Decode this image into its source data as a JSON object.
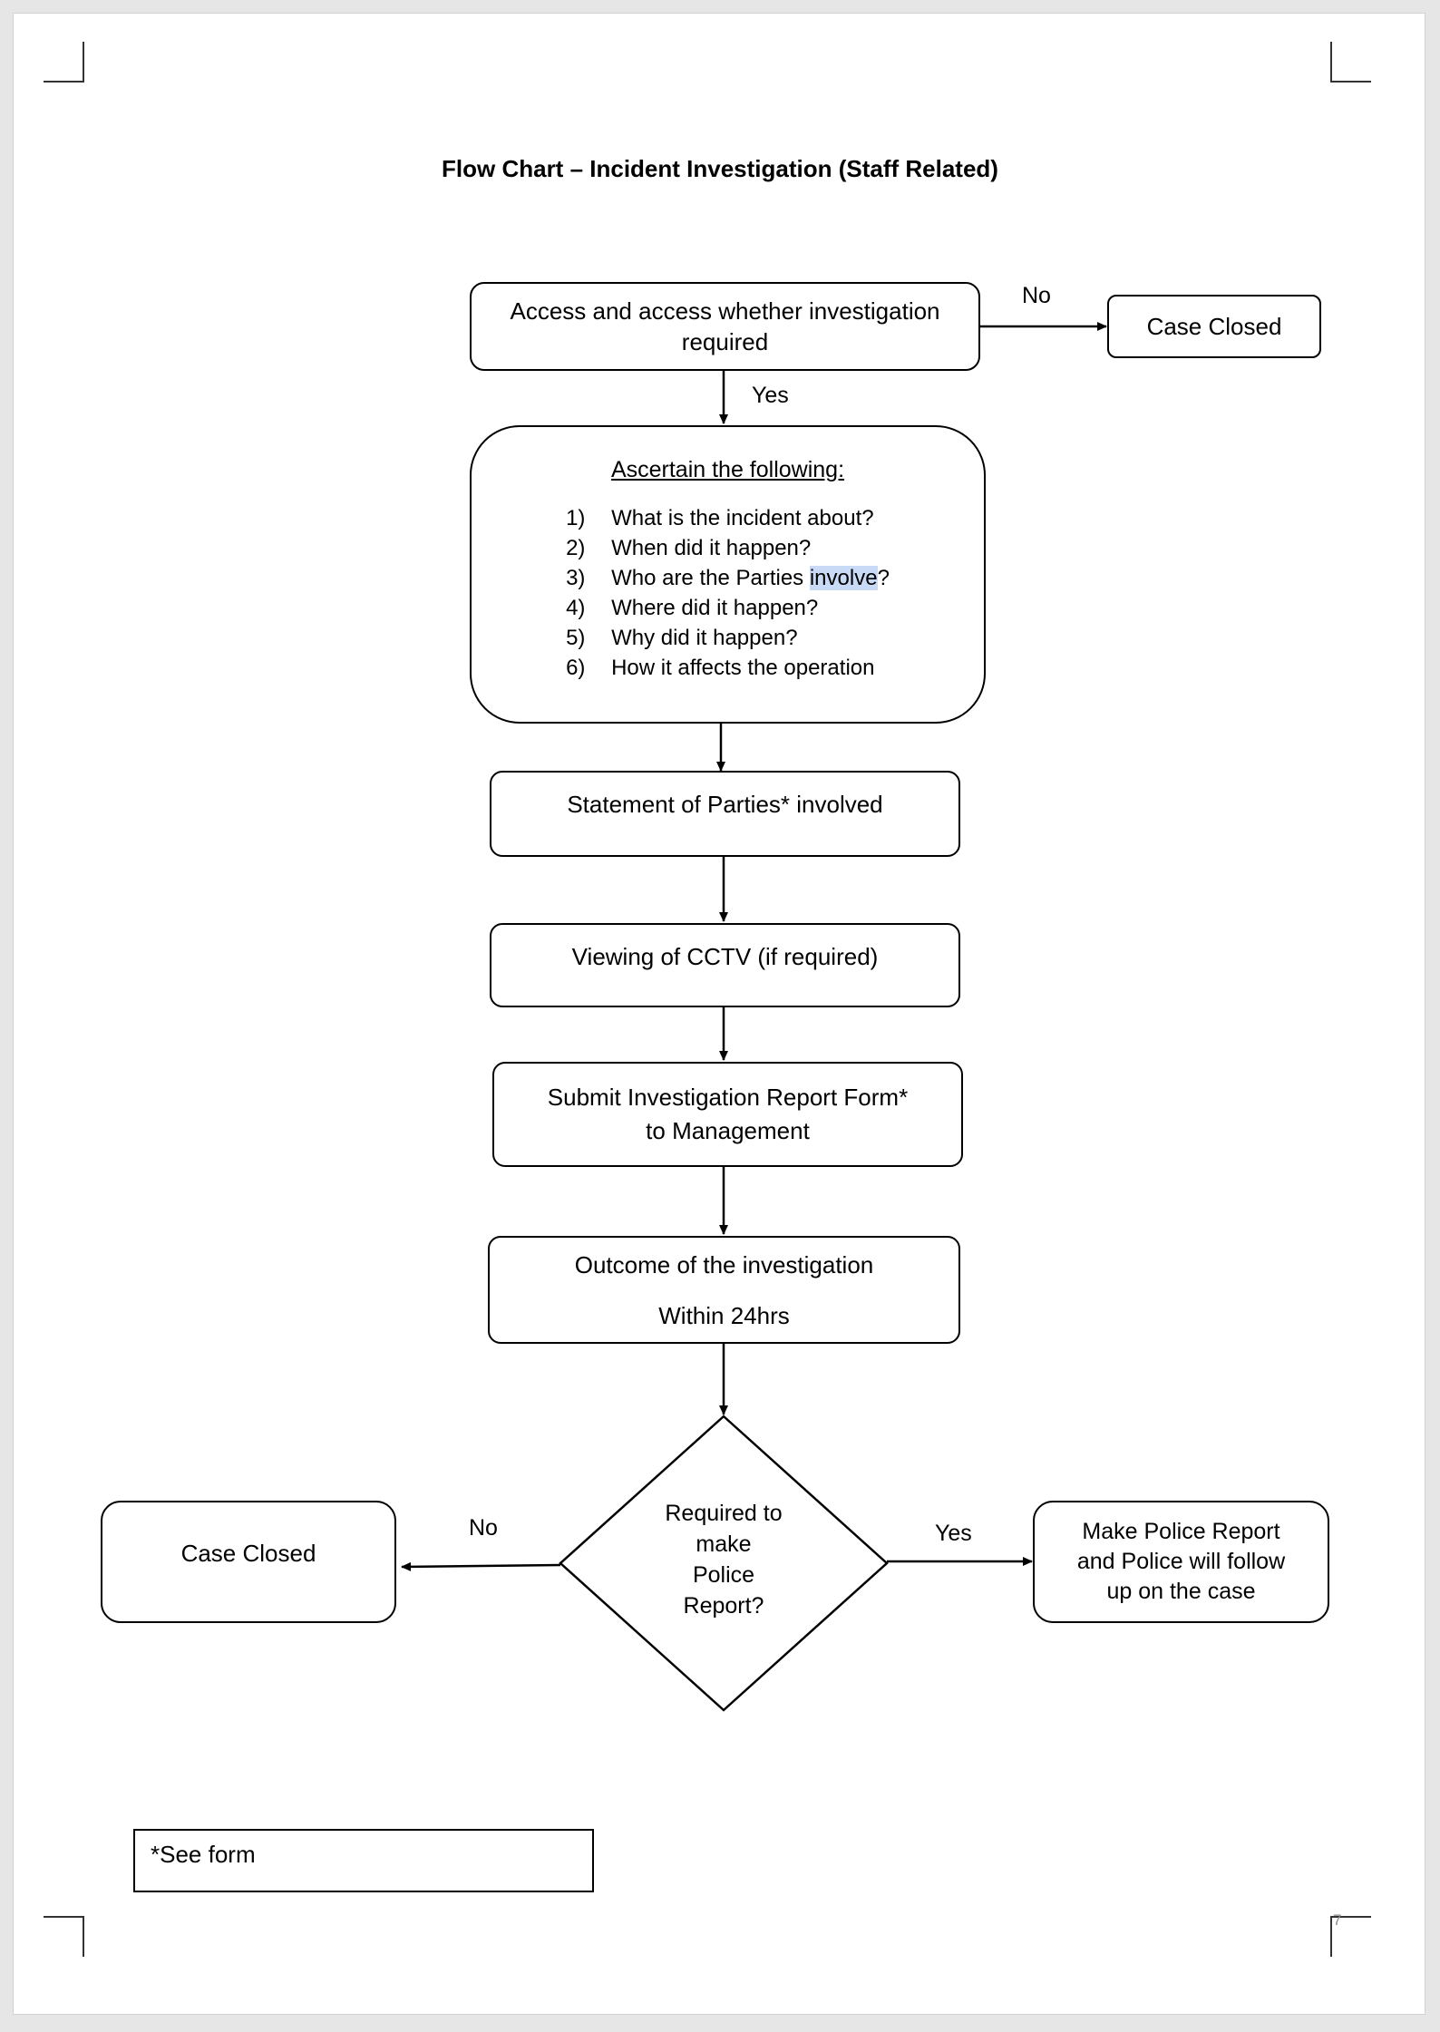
{
  "title": "Flow Chart – Incident Investigation (Staff Related)",
  "nodes": {
    "assess": "Access and access whether investigation required",
    "case_closed_top": "Case Closed",
    "ascertain": {
      "heading": "Ascertain the following:",
      "items": [
        {
          "num": "1)",
          "text": "What is the incident about?"
        },
        {
          "num": "2)",
          "text": "When did it happen?"
        },
        {
          "num": "3)",
          "text_before": "Who are the Parties ",
          "text_highlight": "involve",
          "text_after": "?"
        },
        {
          "num": "4)",
          "text": "Where did it happen?"
        },
        {
          "num": "5)",
          "text": "Why did it happen?"
        },
        {
          "num": "6)",
          "text": "How it affects the operation"
        }
      ]
    },
    "statement": "Statement of Parties* involved",
    "cctv": "Viewing of CCTV  (if required)",
    "submit_line1": "Submit Investigation Report Form*",
    "submit_line2": "to Management",
    "outcome_line1": "Outcome of the investigation",
    "outcome_line2": "Within 24hrs",
    "decision": [
      "Required to",
      "make",
      "Police",
      "Report?"
    ],
    "case_closed_bottom": "Case Closed",
    "police": [
      "Make Police Report",
      "and Police will follow",
      "up on the case"
    ]
  },
  "edge_labels": {
    "top_no": "No",
    "top_yes": "Yes",
    "bottom_no": "No",
    "bottom_yes": "Yes"
  },
  "footnote": "*See form",
  "page_number": "7"
}
